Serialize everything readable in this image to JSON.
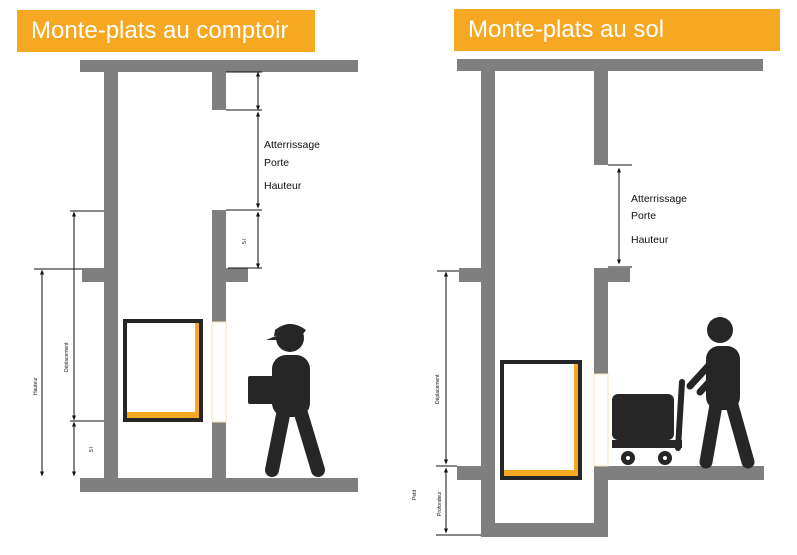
{
  "colors": {
    "accent": "#f7a823",
    "wall": "#7f7f7f",
    "figure": "#262626"
  },
  "left_panel": {
    "title": "Monte-plats au comptoir",
    "label_line1": "Atterrissage",
    "label_line2": "Porte",
    "label_line3": "Hauteur",
    "small_dim_top": "5 I",
    "small_dim_bottom": "5 I",
    "travel_label": "Déplacement",
    "height_label": "Hauteur"
  },
  "right_panel": {
    "title": "Monte-plats au sol",
    "label_line1": "Atterrissage",
    "label_line2": "Porte",
    "label_line3": "Hauteur",
    "travel_label": "Déplacement",
    "pit_label": "Petit",
    "depth_label": "Profondeur"
  }
}
